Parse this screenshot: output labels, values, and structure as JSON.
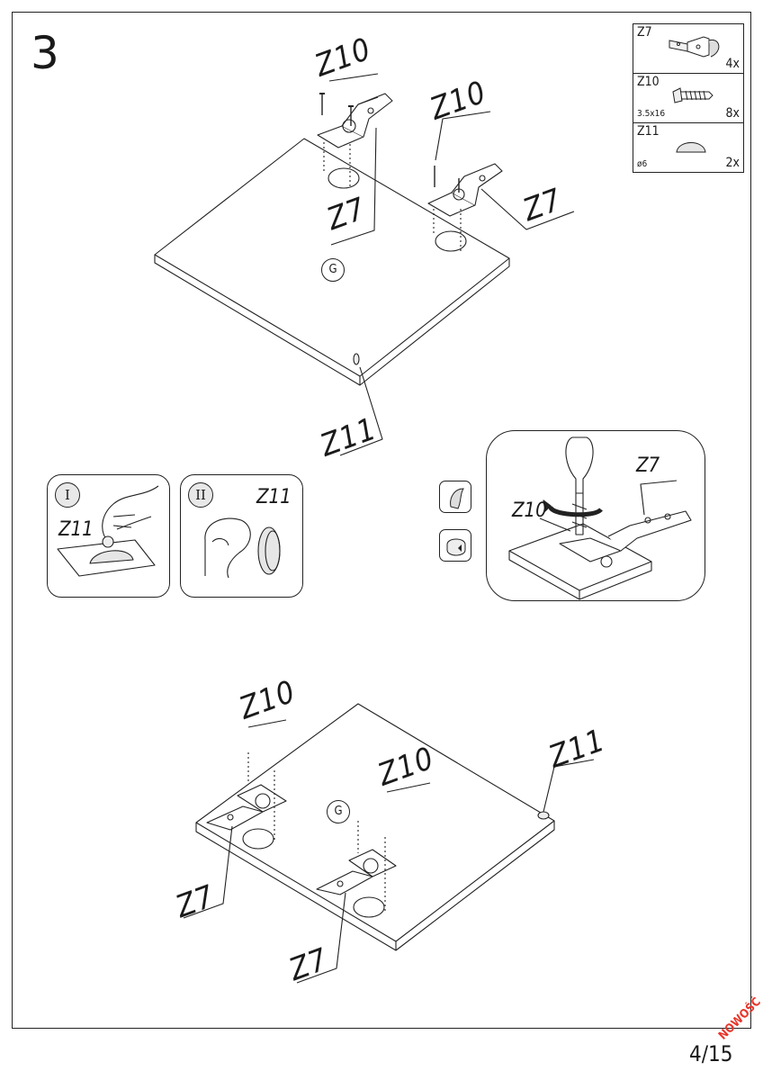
{
  "step": {
    "number": "3"
  },
  "legend": {
    "items": [
      {
        "code": "Z7",
        "qty": "4x",
        "dim": "",
        "icon": "hinge-icon"
      },
      {
        "code": "Z10",
        "qty": "8x",
        "dim": "3.5x16",
        "icon": "screw-icon"
      },
      {
        "code": "Z11",
        "qty": "2x",
        "dim": "ø6",
        "icon": "bumper-pad-icon"
      }
    ]
  },
  "top_diagram": {
    "labels": {
      "z10_a": "Z10",
      "z10_b": "Z10",
      "z7_a": "Z7",
      "z7_b": "Z7",
      "z11": "Z11",
      "panel": "G"
    }
  },
  "detail_boxes": {
    "step_one": {
      "badge": "I",
      "label": "Z11"
    },
    "step_two": {
      "badge": "II",
      "label": "Z11"
    },
    "screw_detail": {
      "z7": "Z7",
      "z10": "Z10"
    }
  },
  "bottom_diagram": {
    "labels": {
      "z10_a": "Z10",
      "z10_b": "Z10",
      "z11": "Z11",
      "z7_a": "Z7",
      "z7_b": "Z7",
      "panel": "G"
    }
  },
  "footer": {
    "page": "4/15",
    "stamp": "NOWOŚĆ"
  }
}
